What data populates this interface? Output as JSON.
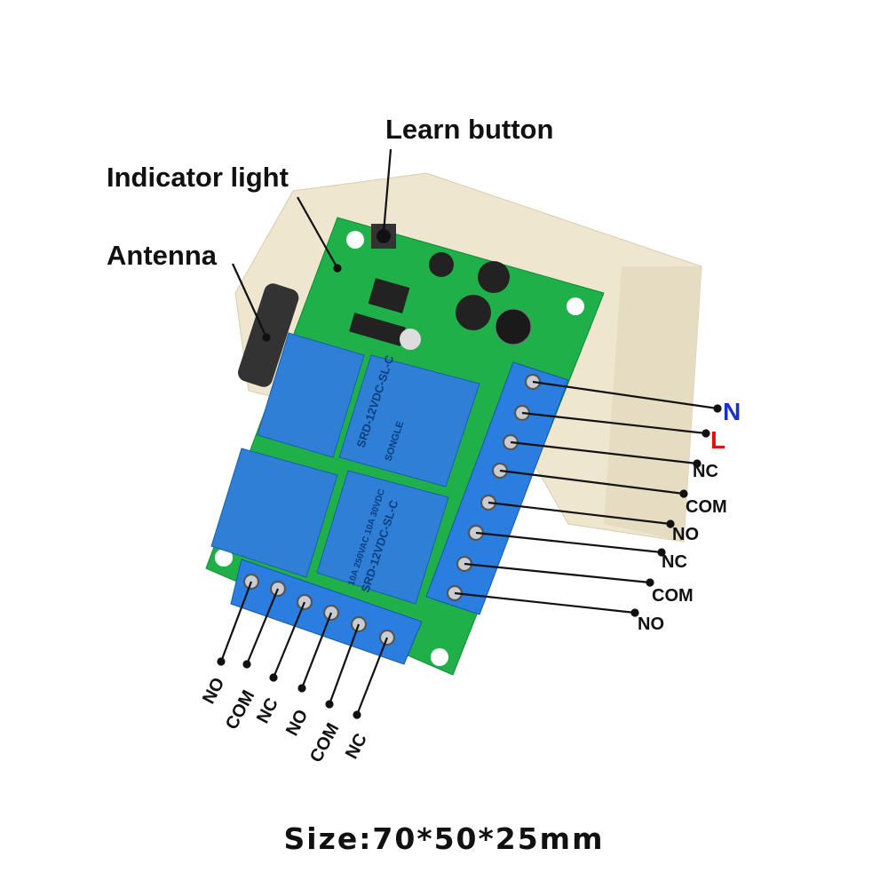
{
  "callouts": {
    "learn_button": "Learn button",
    "indicator_light": "Indicator light",
    "antenna": "Antenna"
  },
  "right_terminals": [
    "N",
    "L",
    "NC",
    "COM",
    "NO",
    "NC",
    "COM",
    "NO"
  ],
  "bottom_terminals": [
    "NO",
    "COM",
    "NC",
    "NO",
    "COM",
    "NC"
  ],
  "relay": {
    "brand": "SONGLE",
    "model": "SRD-12VDC-SL-C",
    "rating": "10A 250VAC 10A 30VDC"
  },
  "size_label": "Size:70*50*25mm",
  "colors": {
    "N": "#1a2fd0",
    "L": "#e01010",
    "pcb": "#1fb04a",
    "relay": "#2f7fd6",
    "housing": "#efe6cf"
  }
}
